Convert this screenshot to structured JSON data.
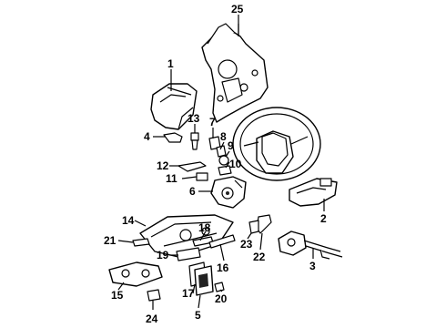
{
  "diagram": {
    "labels": {
      "l1": "1",
      "l2": "2",
      "l3": "3",
      "l4": "4",
      "l5": "5",
      "l6": "6",
      "l7": "7",
      "l8": "8",
      "l9": "9",
      "l10": "10",
      "l11": "11",
      "l12": "12",
      "l13": "13",
      "l14": "14",
      "l15": "15",
      "l16": "16",
      "l17": "17",
      "l18": "18",
      "l19": "19",
      "l20": "20",
      "l21": "21",
      "l22": "22",
      "l23": "23",
      "l24": "24",
      "l25": "25"
    }
  }
}
